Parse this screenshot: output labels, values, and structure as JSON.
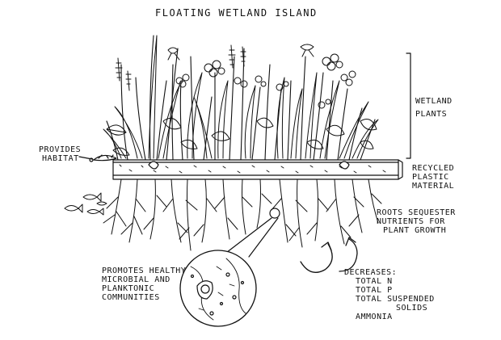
{
  "title": "FLOATING WETLAND ISLAND",
  "labels": {
    "provides_habitat": [
      "PROVIDES",
      "HABITAT"
    ],
    "wetland_plants": [
      "WETLAND",
      "PLANTS"
    ],
    "recycled_plastic": [
      "RECYCLED",
      "PLASTIC",
      "MATERIAL"
    ],
    "roots": [
      "ROOTS SEQUESTER",
      "NUTRIENTS FOR",
      "PLANT GROWTH"
    ],
    "microbial": [
      "PROMOTES HEALTHY",
      "MICROBIAL AND",
      "PLANKTONIC",
      "COMMUNITIES"
    ],
    "decreases": [
      "DECREASES:",
      "TOTAL N",
      "TOTAL P",
      "TOTAL SUSPENDED",
      "SOLIDS",
      "AMMONIA"
    ]
  },
  "colors": {
    "ink": "#111111",
    "paper": "#ffffff"
  }
}
